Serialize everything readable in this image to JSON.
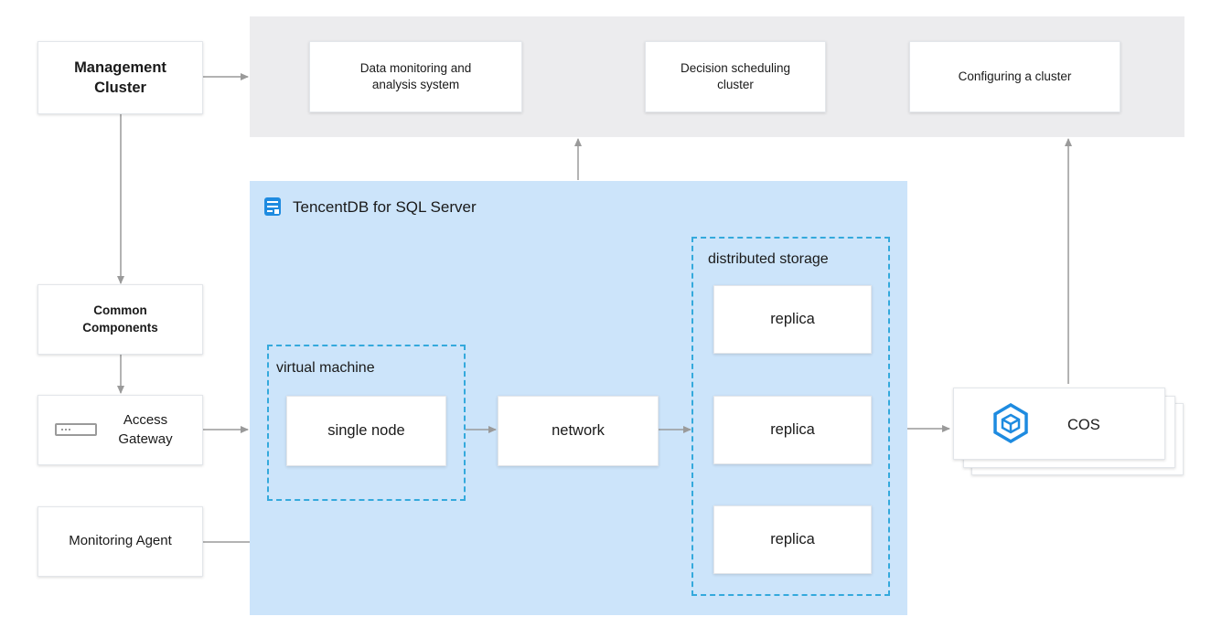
{
  "left_column": {
    "management_cluster": "Management\nCluster",
    "common_components": "Common\nComponents",
    "access_gateway": "Access\nGateway",
    "monitoring_agent": "Monitoring Agent"
  },
  "top_row": {
    "data_monitoring": "Data monitoring and\nanalysis system",
    "decision_scheduling": "Decision scheduling\ncluster",
    "configuring_cluster": "Configuring a cluster"
  },
  "tencentdb": {
    "title": "TencentDB for SQL Server",
    "icon": "database-icon",
    "virtual_machine": {
      "label": "virtual machine",
      "node": "single node"
    },
    "network": "network",
    "distributed_storage": {
      "label": "distributed storage",
      "replicas": [
        "replica",
        "replica",
        "replica"
      ]
    }
  },
  "cos": {
    "label": "COS",
    "icon": "cos-cube-icon"
  },
  "colors": {
    "db_panel": "#cce4fa",
    "top_panel": "#ececee",
    "dashed_border": "#34a9dc",
    "accent": "#1e8be0",
    "connector": "#9a9a9a"
  }
}
